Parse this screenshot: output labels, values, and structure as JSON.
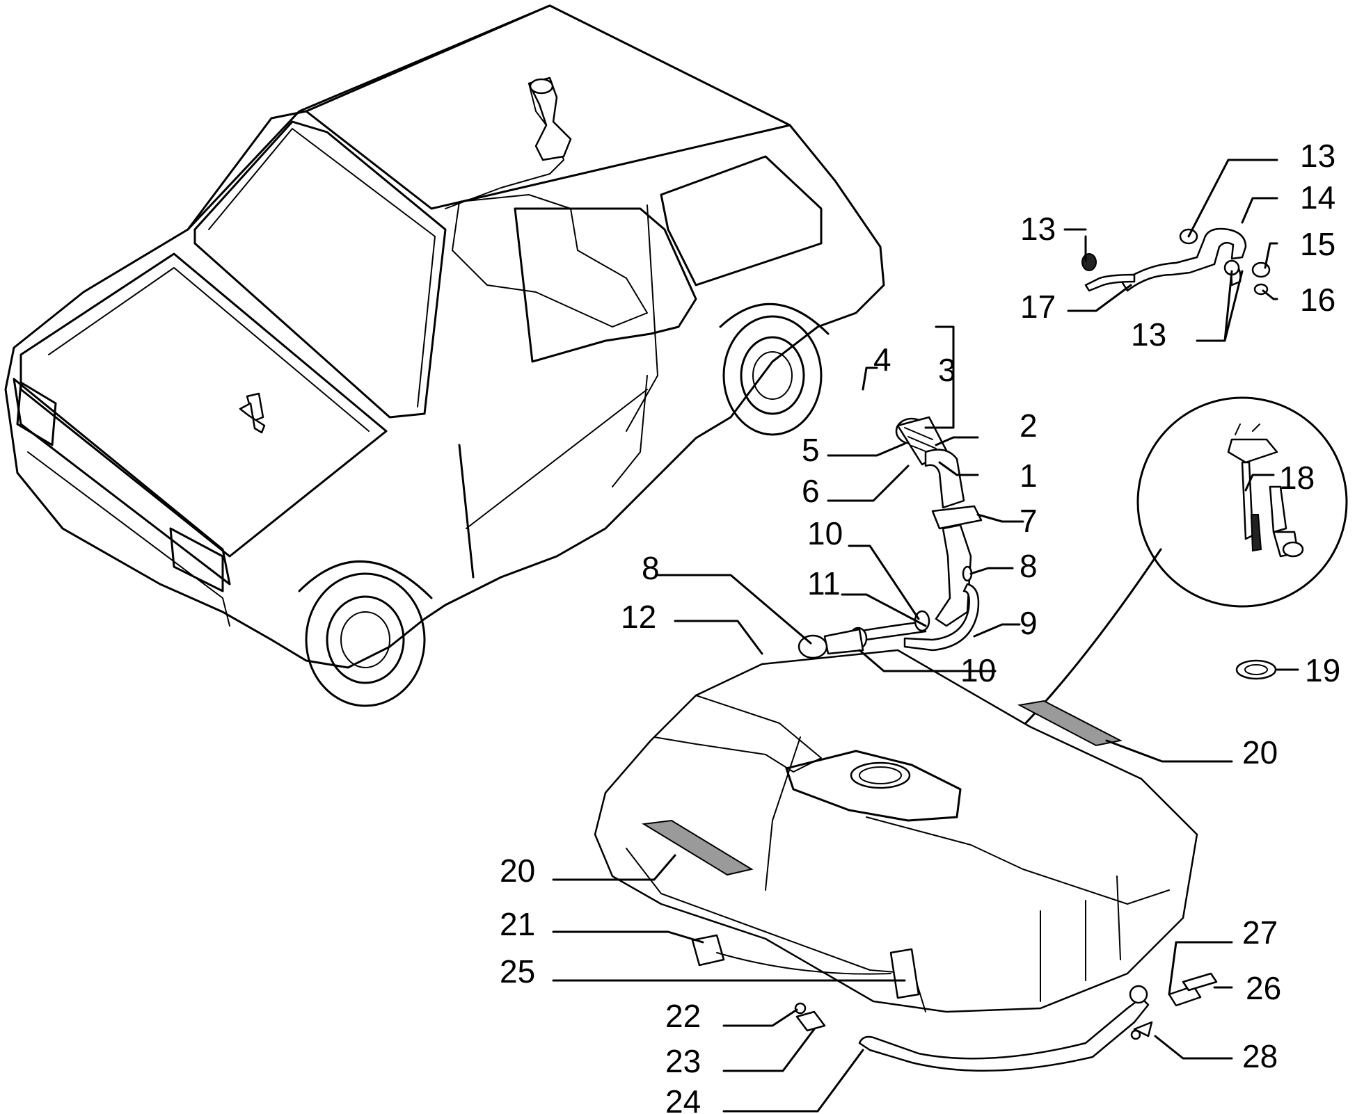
{
  "callouts": {
    "c1": "1",
    "c2": "2",
    "c3": "3",
    "c4": "4",
    "c5": "5",
    "c6": "6",
    "c7": "7",
    "c8a": "8",
    "c8b": "8",
    "c9": "9",
    "c10a": "10",
    "c10b": "10",
    "c11": "11",
    "c12": "12",
    "c13a": "13",
    "c13b": "13",
    "c13c": "13",
    "c14": "14",
    "c15": "15",
    "c16": "16",
    "c17": "17",
    "c18": "18",
    "c19": "19",
    "c20a": "20",
    "c20b": "20",
    "c21": "21",
    "c22": "22",
    "c23": "23",
    "c24": "24",
    "c25": "25",
    "c26": "26",
    "c27": "27",
    "c28": "28"
  },
  "colors": {
    "line": "#000000",
    "background": "#ffffff",
    "pad_fill": "#9a9a9a"
  }
}
